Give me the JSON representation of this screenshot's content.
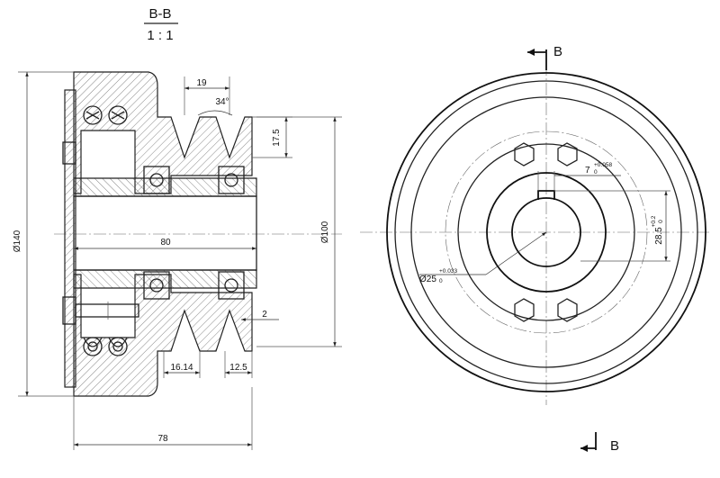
{
  "section_view": {
    "name": "B-B",
    "scale": "1 : 1"
  },
  "dimensions": {
    "outer_diameter": "Ø140",
    "groove_pitch": "19",
    "groove_angle": "34°",
    "groove_depth": "17.5",
    "bore_length": "80",
    "pitch_diameter": "Ø100",
    "gap": "2",
    "groove_width": "16.14",
    "rim_offset": "12.5",
    "overall_width": "78",
    "keyway_width": "7",
    "keyway_width_tol_upper": "+0.058",
    "keyway_width_tol_lower": "0",
    "keyway_depth": "28.5",
    "keyway_depth_tol_upper": "+0.2",
    "keyway_depth_tol_lower": "0",
    "bore_diameter": "Ø25",
    "bore_tol_upper": "+0.033",
    "bore_tol_lower": "0"
  },
  "cut_markers": {
    "top_label": "B",
    "bottom_label": "B"
  }
}
